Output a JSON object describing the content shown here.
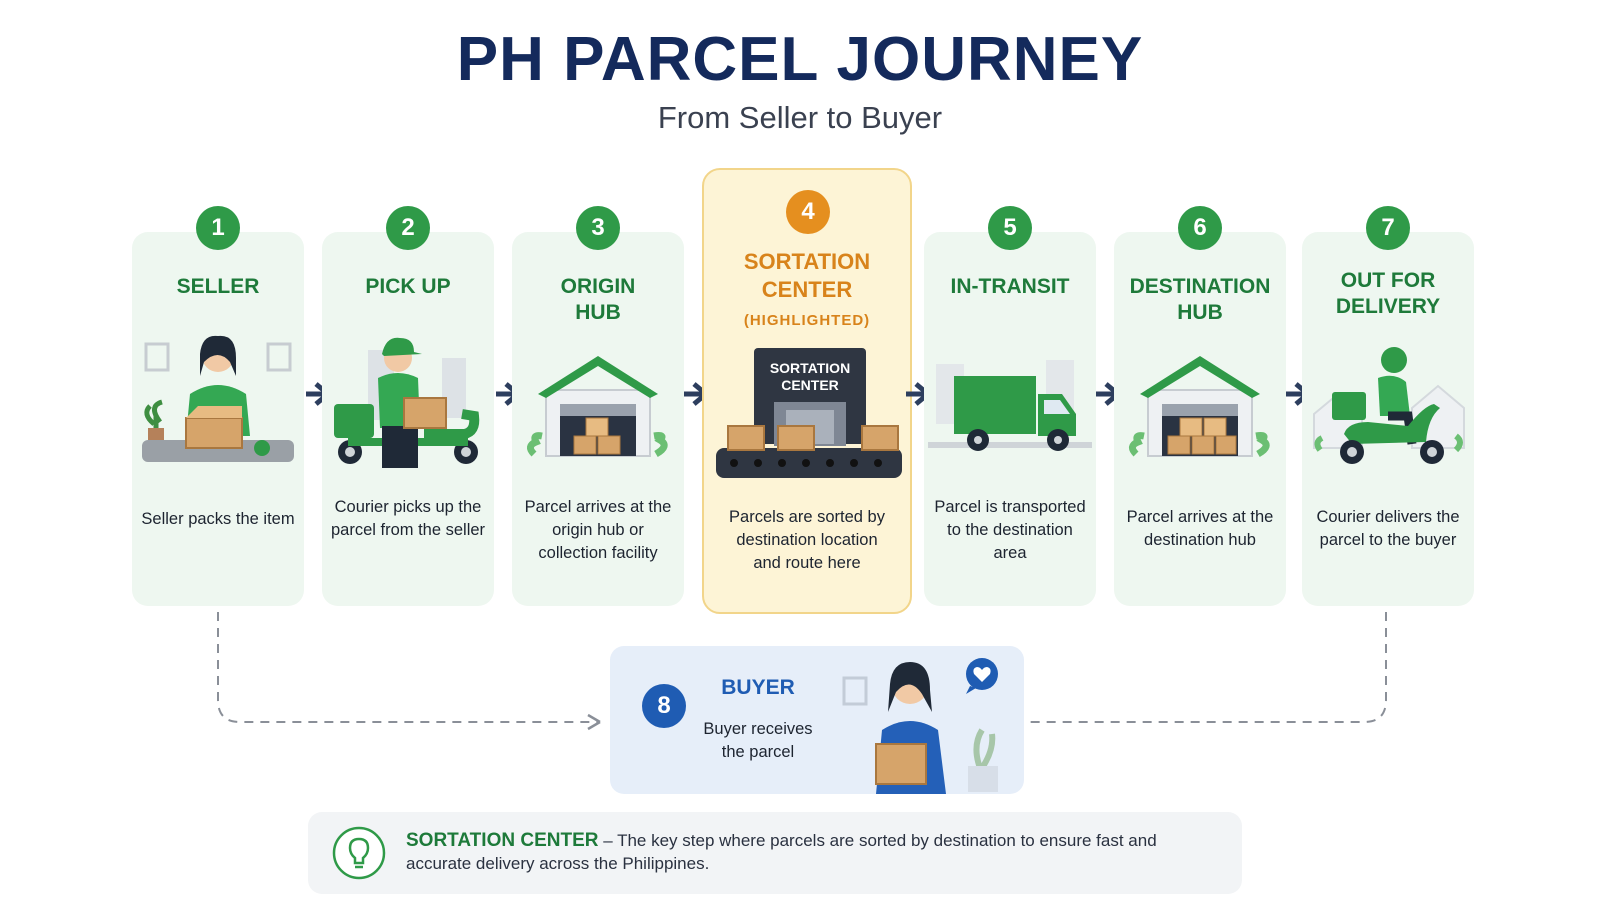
{
  "header": {
    "title": "PH PARCEL JOURNEY",
    "subtitle": "From Seller to Buyer"
  },
  "steps": [
    {
      "number": "1",
      "title": "SELLER",
      "description": "Seller packs the item"
    },
    {
      "number": "2",
      "title": "PICK UP",
      "description": "Courier picks up the parcel from the seller"
    },
    {
      "number": "3",
      "title": "ORIGIN HUB",
      "description": "Parcel arrives at the origin hub or collection facility"
    },
    {
      "number": "4",
      "title": "SORTATION CENTER",
      "note": "(HIGHLIGHTED)",
      "sign": "SORTATION CENTER",
      "description": "Parcels are sorted by destination location and route here"
    },
    {
      "number": "5",
      "title": "IN-TRANSIT",
      "description": "Parcel is transported to the destination area"
    },
    {
      "number": "6",
      "title": "DESTINATION HUB",
      "description": "Parcel arrives at the destination hub"
    },
    {
      "number": "7",
      "title": "OUT FOR DELIVERY",
      "description": "Courier delivers the parcel to the buyer"
    }
  ],
  "buyer": {
    "number": "8",
    "title": "BUYER",
    "description": "Buyer receives the parcel"
  },
  "footer_note": {
    "highlight": "SORTATION CENTER",
    "text": "– The key step where parcels are sorted by destination to ensure fast and accurate delivery across the Philippines."
  },
  "colors": {
    "title_navy": "#142a5c",
    "step_green": "#2f9a48",
    "highlight_orange": "#e58f1f",
    "buyer_blue": "#1f5cb3",
    "card_green_bg": "#eef7f0",
    "card_highlight_bg": "#fdf4d6"
  },
  "icons": [
    "seller-packing-icon",
    "courier-scooter-icon",
    "warehouse-icon",
    "sortation-machine-icon",
    "truck-icon",
    "warehouse-icon",
    "delivery-scooter-icon",
    "buyer-icon",
    "heart-bubble-icon",
    "lightbulb-icon",
    "arrow-right-icon"
  ]
}
